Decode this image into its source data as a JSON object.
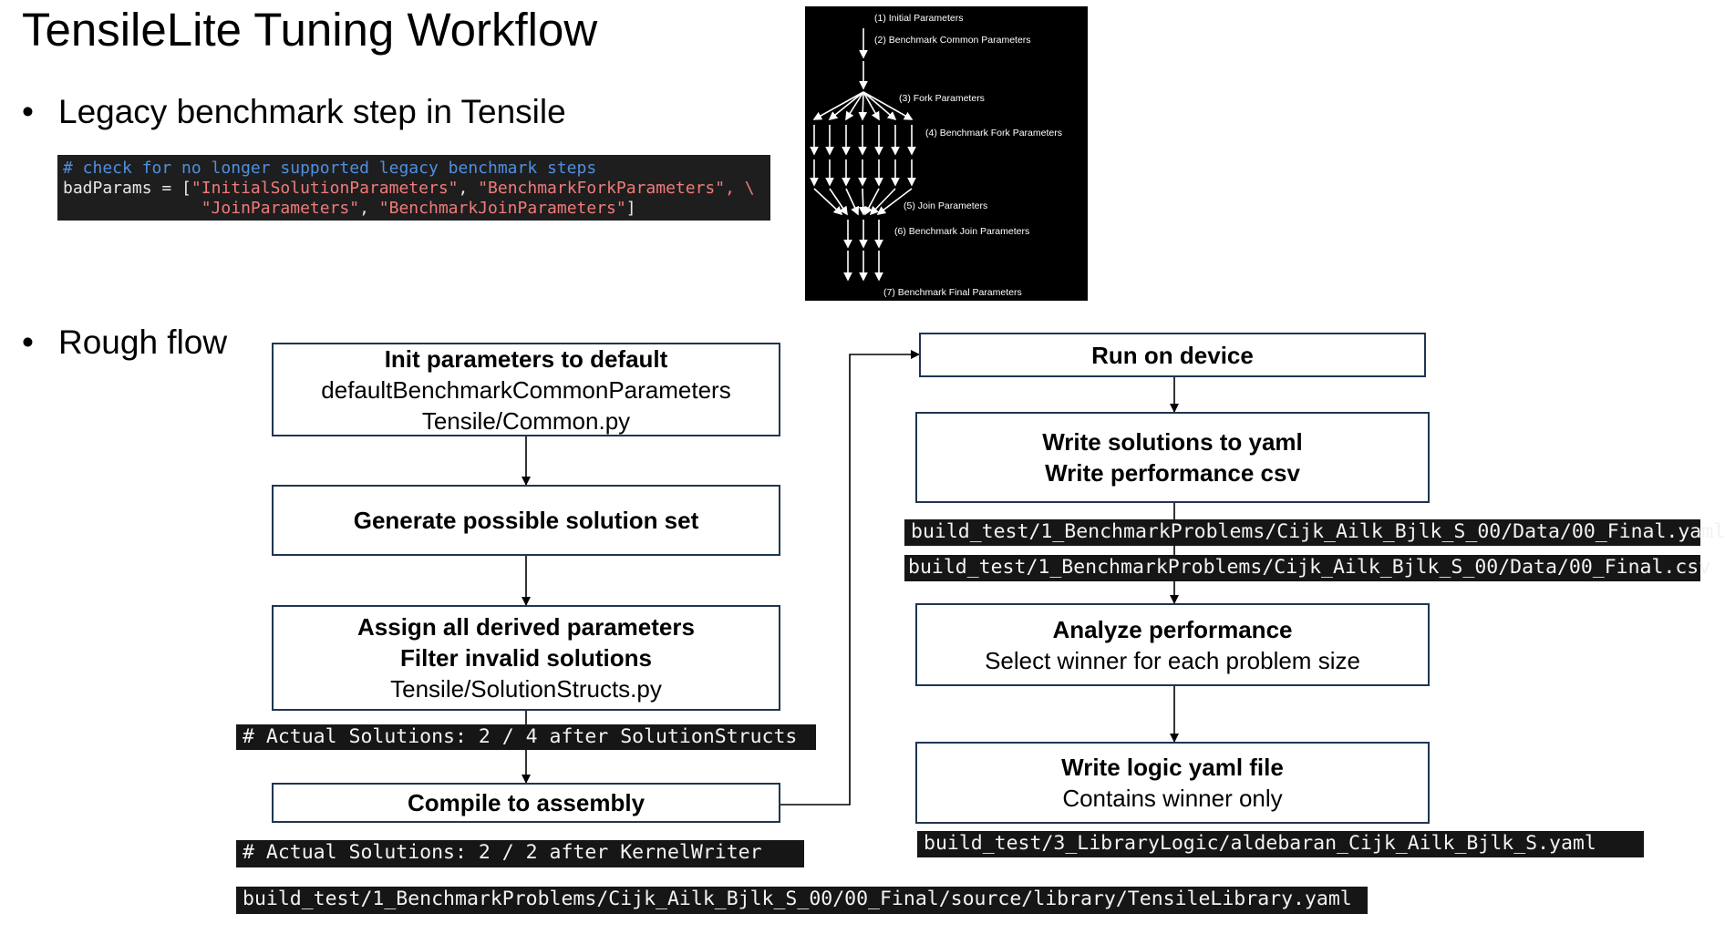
{
  "page": {
    "title": "TensileLite Tuning Workflow",
    "bullet1": "Legacy benchmark step in Tensile",
    "bullet2": "Rough flow"
  },
  "code": {
    "comment": "# check for no longer supported legacy benchmark steps",
    "line2_prefix": "badParams = [",
    "str1": "\"InitialSolutionParameters\"",
    "sep1": ", ",
    "str2": "\"BenchmarkForkParameters\"",
    "line2_end": ", \\",
    "indent": "              ",
    "str3": "\"JoinParameters\"",
    "sep2": ", ",
    "str4": "\"BenchmarkJoinParameters\"",
    "line3_end": "]"
  },
  "legacy_diagram": {
    "labels": [
      "(1) Initial Parameters",
      "(2) Benchmark Common Parameters",
      "(3) Fork Parameters",
      "(4) Benchmark Fork Parameters",
      "(5) Join Parameters",
      "(6) Benchmark Join Parameters",
      "(7) Benchmark Final Parameters"
    ]
  },
  "flow_left": {
    "init": {
      "title": "Init parameters to default",
      "line2": "defaultBenchmarkCommonParameters",
      "line3": "Tensile/Common.py"
    },
    "generate": {
      "title": "Generate possible solution set"
    },
    "assign": {
      "title": "Assign all derived parameters",
      "line2": "Filter invalid solutions",
      "line3": "Tensile/SolutionStructs.py"
    },
    "compile": {
      "title": "Compile to assembly"
    }
  },
  "flow_right": {
    "run": {
      "title": "Run on device"
    },
    "write": {
      "line1": "Write solutions to yaml",
      "line2": "Write performance csv"
    },
    "analyze": {
      "title": "Analyze performance",
      "line2": "Select winner for each problem size"
    },
    "logic": {
      "title": "Write logic yaml file",
      "line2": "Contains winner only"
    }
  },
  "terminal": {
    "actual_solutions_1": "# Actual Solutions: 2 / 4 after SolutionStructs",
    "actual_solutions_2": "# Actual Solutions: 2 / 2 after KernelWriter",
    "tensile_library_path": "build_test/1_BenchmarkProblems/Cijk_Ailk_Bjlk_S_00/00_Final/source/library/TensileLibrary.yaml",
    "final_yaml_path": "build_test/1_BenchmarkProblems/Cijk_Ailk_Bjlk_S_00/Data/00_Final.yaml",
    "final_csv_path": "build_test/1_BenchmarkProblems/Cijk_Ailk_Bjlk_S_00/Data/00_Final.csv",
    "library_logic_path": "build_test/3_LibraryLogic/aldebaran_Cijk_Ailk_Bjlk_S.yaml"
  }
}
